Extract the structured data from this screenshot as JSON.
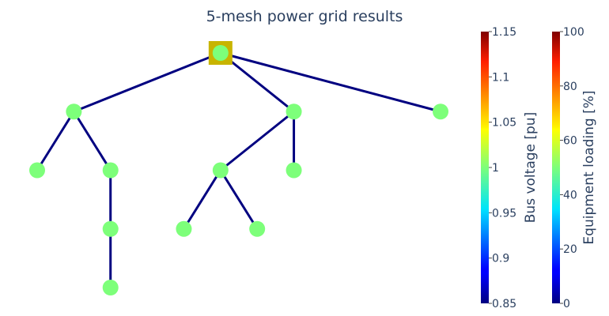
{
  "title": "5-mesh power grid results",
  "colors": {
    "line": "#000080",
    "bus": "#7dff7a",
    "ext_grid_square": "#c8b400",
    "text": "#2a3f5f"
  },
  "chart_data": {
    "type": "scatter",
    "title": "5-mesh power grid results",
    "buses": [
      {
        "id": 0,
        "x": 0.0,
        "y": 0.0,
        "voltage_pu": 1.0,
        "ext_grid": true
      },
      {
        "id": 1,
        "x": -2.0,
        "y": -1.0,
        "voltage_pu": 1.0
      },
      {
        "id": 2,
        "x": 1.0,
        "y": -1.0,
        "voltage_pu": 1.0
      },
      {
        "id": 3,
        "x": 3.0,
        "y": -1.0,
        "voltage_pu": 1.0
      },
      {
        "id": 4,
        "x": -2.5,
        "y": -2.0,
        "voltage_pu": 1.0
      },
      {
        "id": 5,
        "x": -1.5,
        "y": -2.0,
        "voltage_pu": 1.0
      },
      {
        "id": 6,
        "x": 0.0,
        "y": -2.0,
        "voltage_pu": 1.0
      },
      {
        "id": 7,
        "x": 1.0,
        "y": -2.0,
        "voltage_pu": 1.0
      },
      {
        "id": 8,
        "x": -1.5,
        "y": -3.0,
        "voltage_pu": 1.0
      },
      {
        "id": 9,
        "x": -0.5,
        "y": -3.0,
        "voltage_pu": 1.0
      },
      {
        "id": 10,
        "x": 0.5,
        "y": -3.0,
        "voltage_pu": 1.0
      },
      {
        "id": 11,
        "x": -1.5,
        "y": -4.0,
        "voltage_pu": 1.0
      }
    ],
    "lines": [
      {
        "from": 0,
        "to": 1,
        "loading_percent": 0
      },
      {
        "from": 0,
        "to": 2,
        "loading_percent": 0
      },
      {
        "from": 0,
        "to": 3,
        "loading_percent": 0
      },
      {
        "from": 1,
        "to": 4,
        "loading_percent": 0
      },
      {
        "from": 1,
        "to": 5,
        "loading_percent": 0
      },
      {
        "from": 2,
        "to": 6,
        "loading_percent": 0
      },
      {
        "from": 2,
        "to": 7,
        "loading_percent": 0
      },
      {
        "from": 5,
        "to": 8,
        "loading_percent": 0
      },
      {
        "from": 6,
        "to": 9,
        "loading_percent": 0
      },
      {
        "from": 6,
        "to": 10,
        "loading_percent": 0
      },
      {
        "from": 8,
        "to": 11,
        "loading_percent": 0
      }
    ],
    "xlim": [
      -2.5,
      3.0
    ],
    "ylim": [
      -4.0,
      0.0
    ],
    "colorbars": [
      {
        "title": "Bus voltage [pu]",
        "colorscale": "jet",
        "range": [
          0.85,
          1.15
        ],
        "ticks": [
          "0.85",
          "0.9",
          "0.95",
          "1",
          "1.05",
          "1.1",
          "1.15"
        ],
        "tick_values": [
          0.85,
          0.9,
          0.95,
          1.0,
          1.05,
          1.1,
          1.15
        ]
      },
      {
        "title": "Equipment loading [%]",
        "colorscale": "jet",
        "range": [
          0,
          100
        ],
        "ticks": [
          "0",
          "20",
          "40",
          "60",
          "80",
          "100"
        ],
        "tick_values": [
          0,
          20,
          40,
          60,
          80,
          100
        ]
      }
    ]
  }
}
